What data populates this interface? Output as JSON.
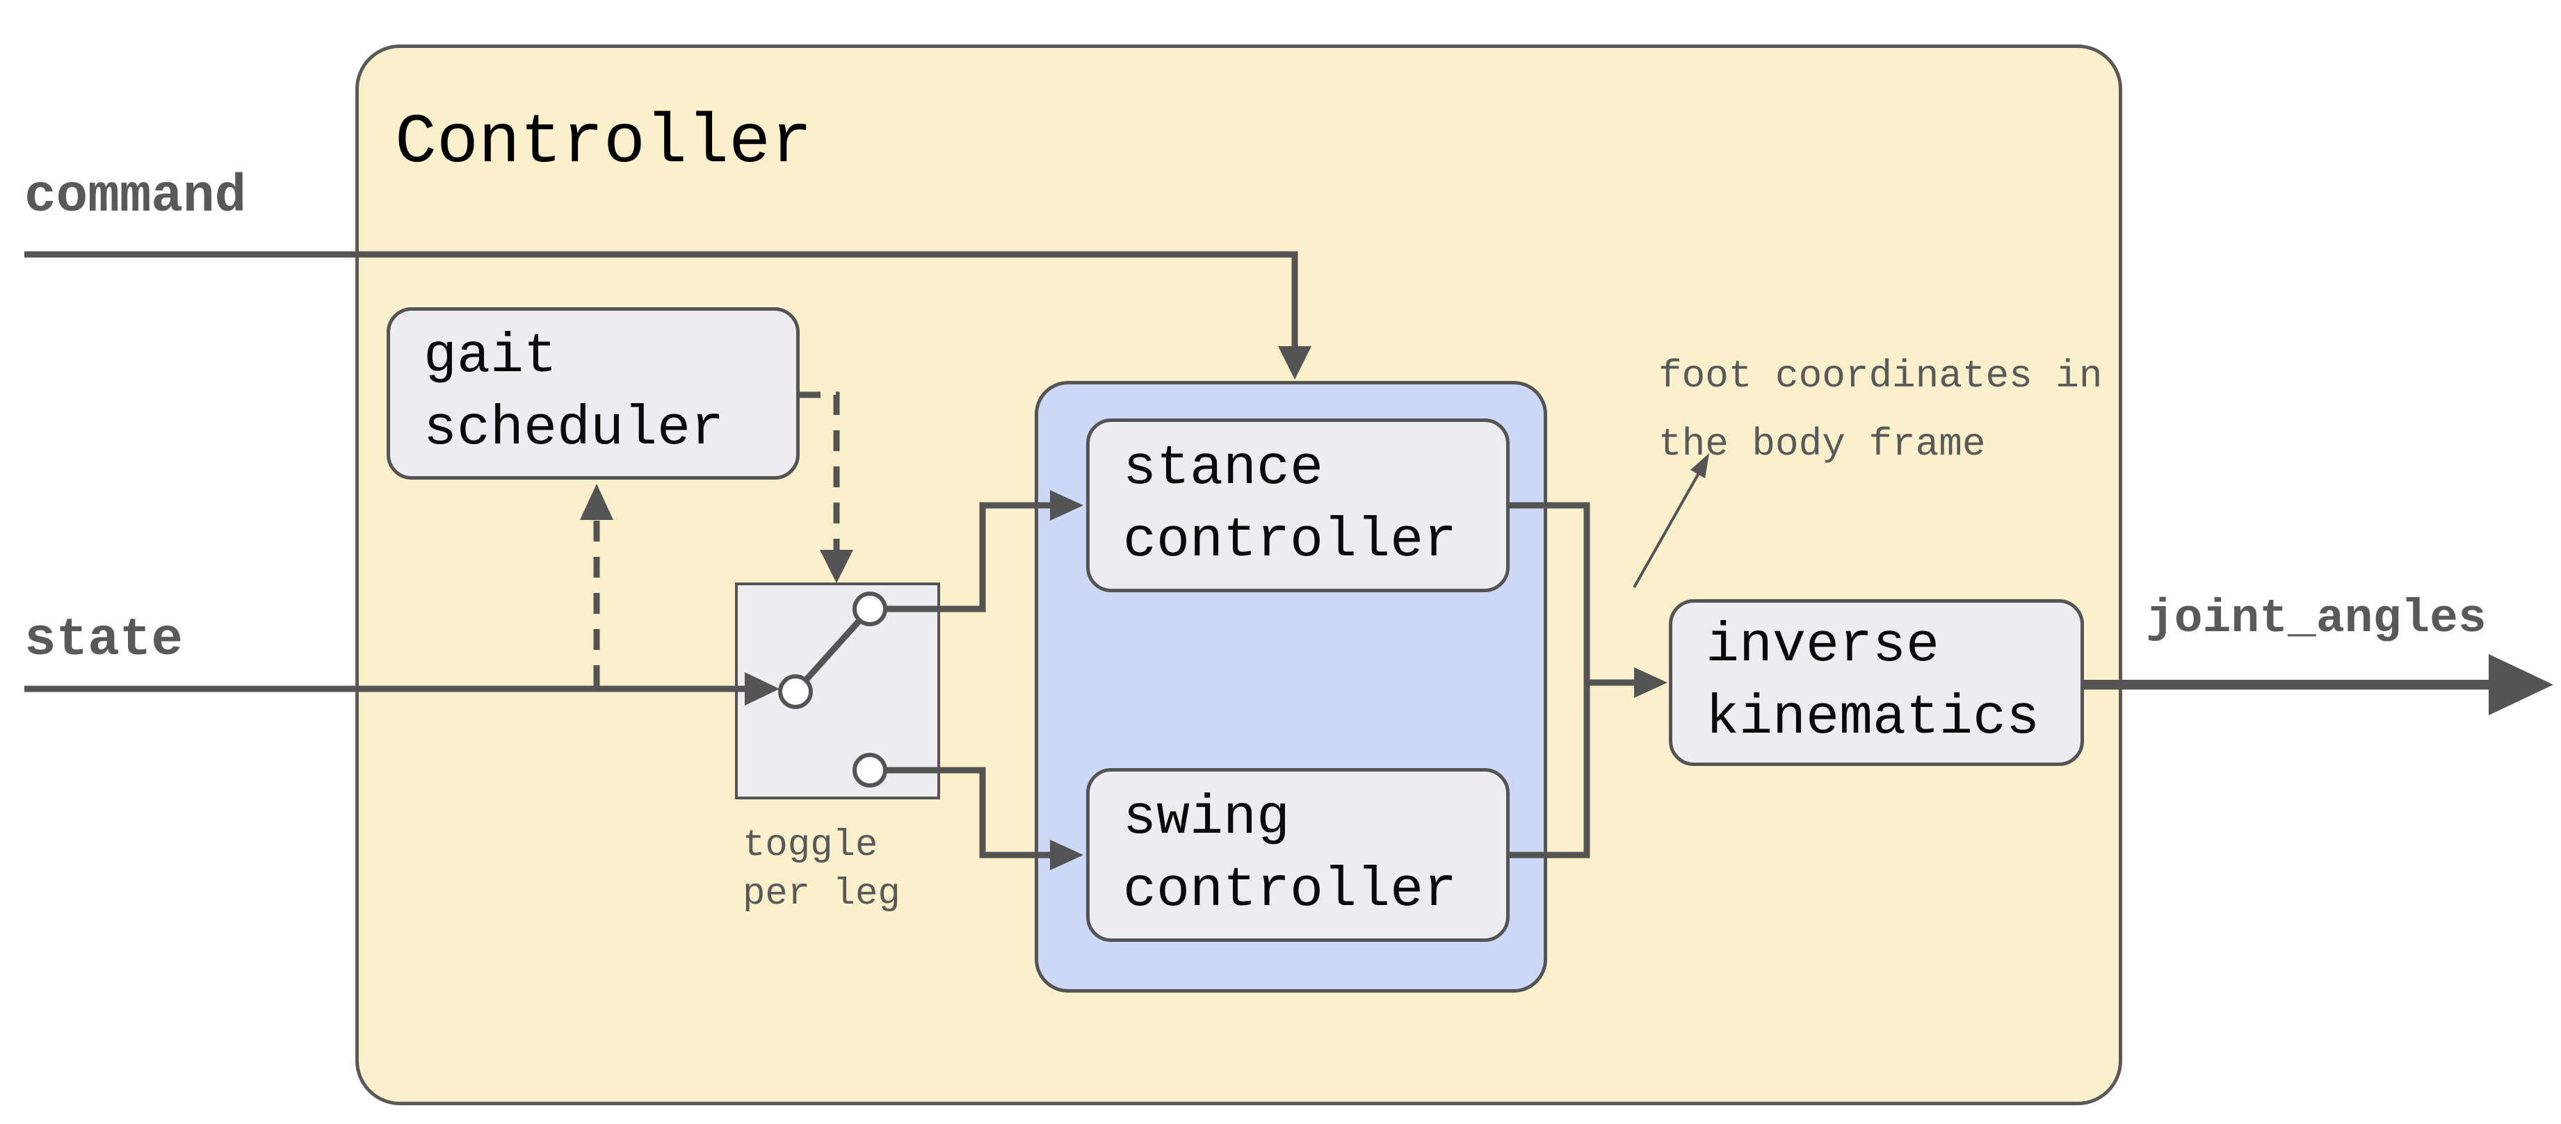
{
  "diagram": {
    "title": "Controller",
    "ports": {
      "command": {
        "label": "command"
      },
      "state": {
        "label": "state"
      },
      "joint_angles": {
        "label": "joint_angles"
      }
    },
    "blocks": {
      "gait_scheduler": {
        "label": "gait\nscheduler"
      },
      "stance_controller": {
        "label": "stance\ncontroller"
      },
      "swing_controller": {
        "label": "swing\ncontroller"
      },
      "inverse_kinematics": {
        "label": "inverse\nkinematics"
      }
    },
    "notes": {
      "toggle_per_leg": {
        "text": "toggle\nper leg"
      },
      "foot_coordinates": {
        "text": "foot coordinates in\nthe body frame"
      }
    },
    "colors": {
      "controller_fill": "#FAF0CC",
      "controller_border": "#595959",
      "group_fill": "#CDD7F6",
      "block_fill": "#ECECF1",
      "block_border": "#545454",
      "line": "#545454",
      "note_text": "#595959",
      "block_text": "#0A0A0A",
      "title_text": "#000000"
    }
  }
}
